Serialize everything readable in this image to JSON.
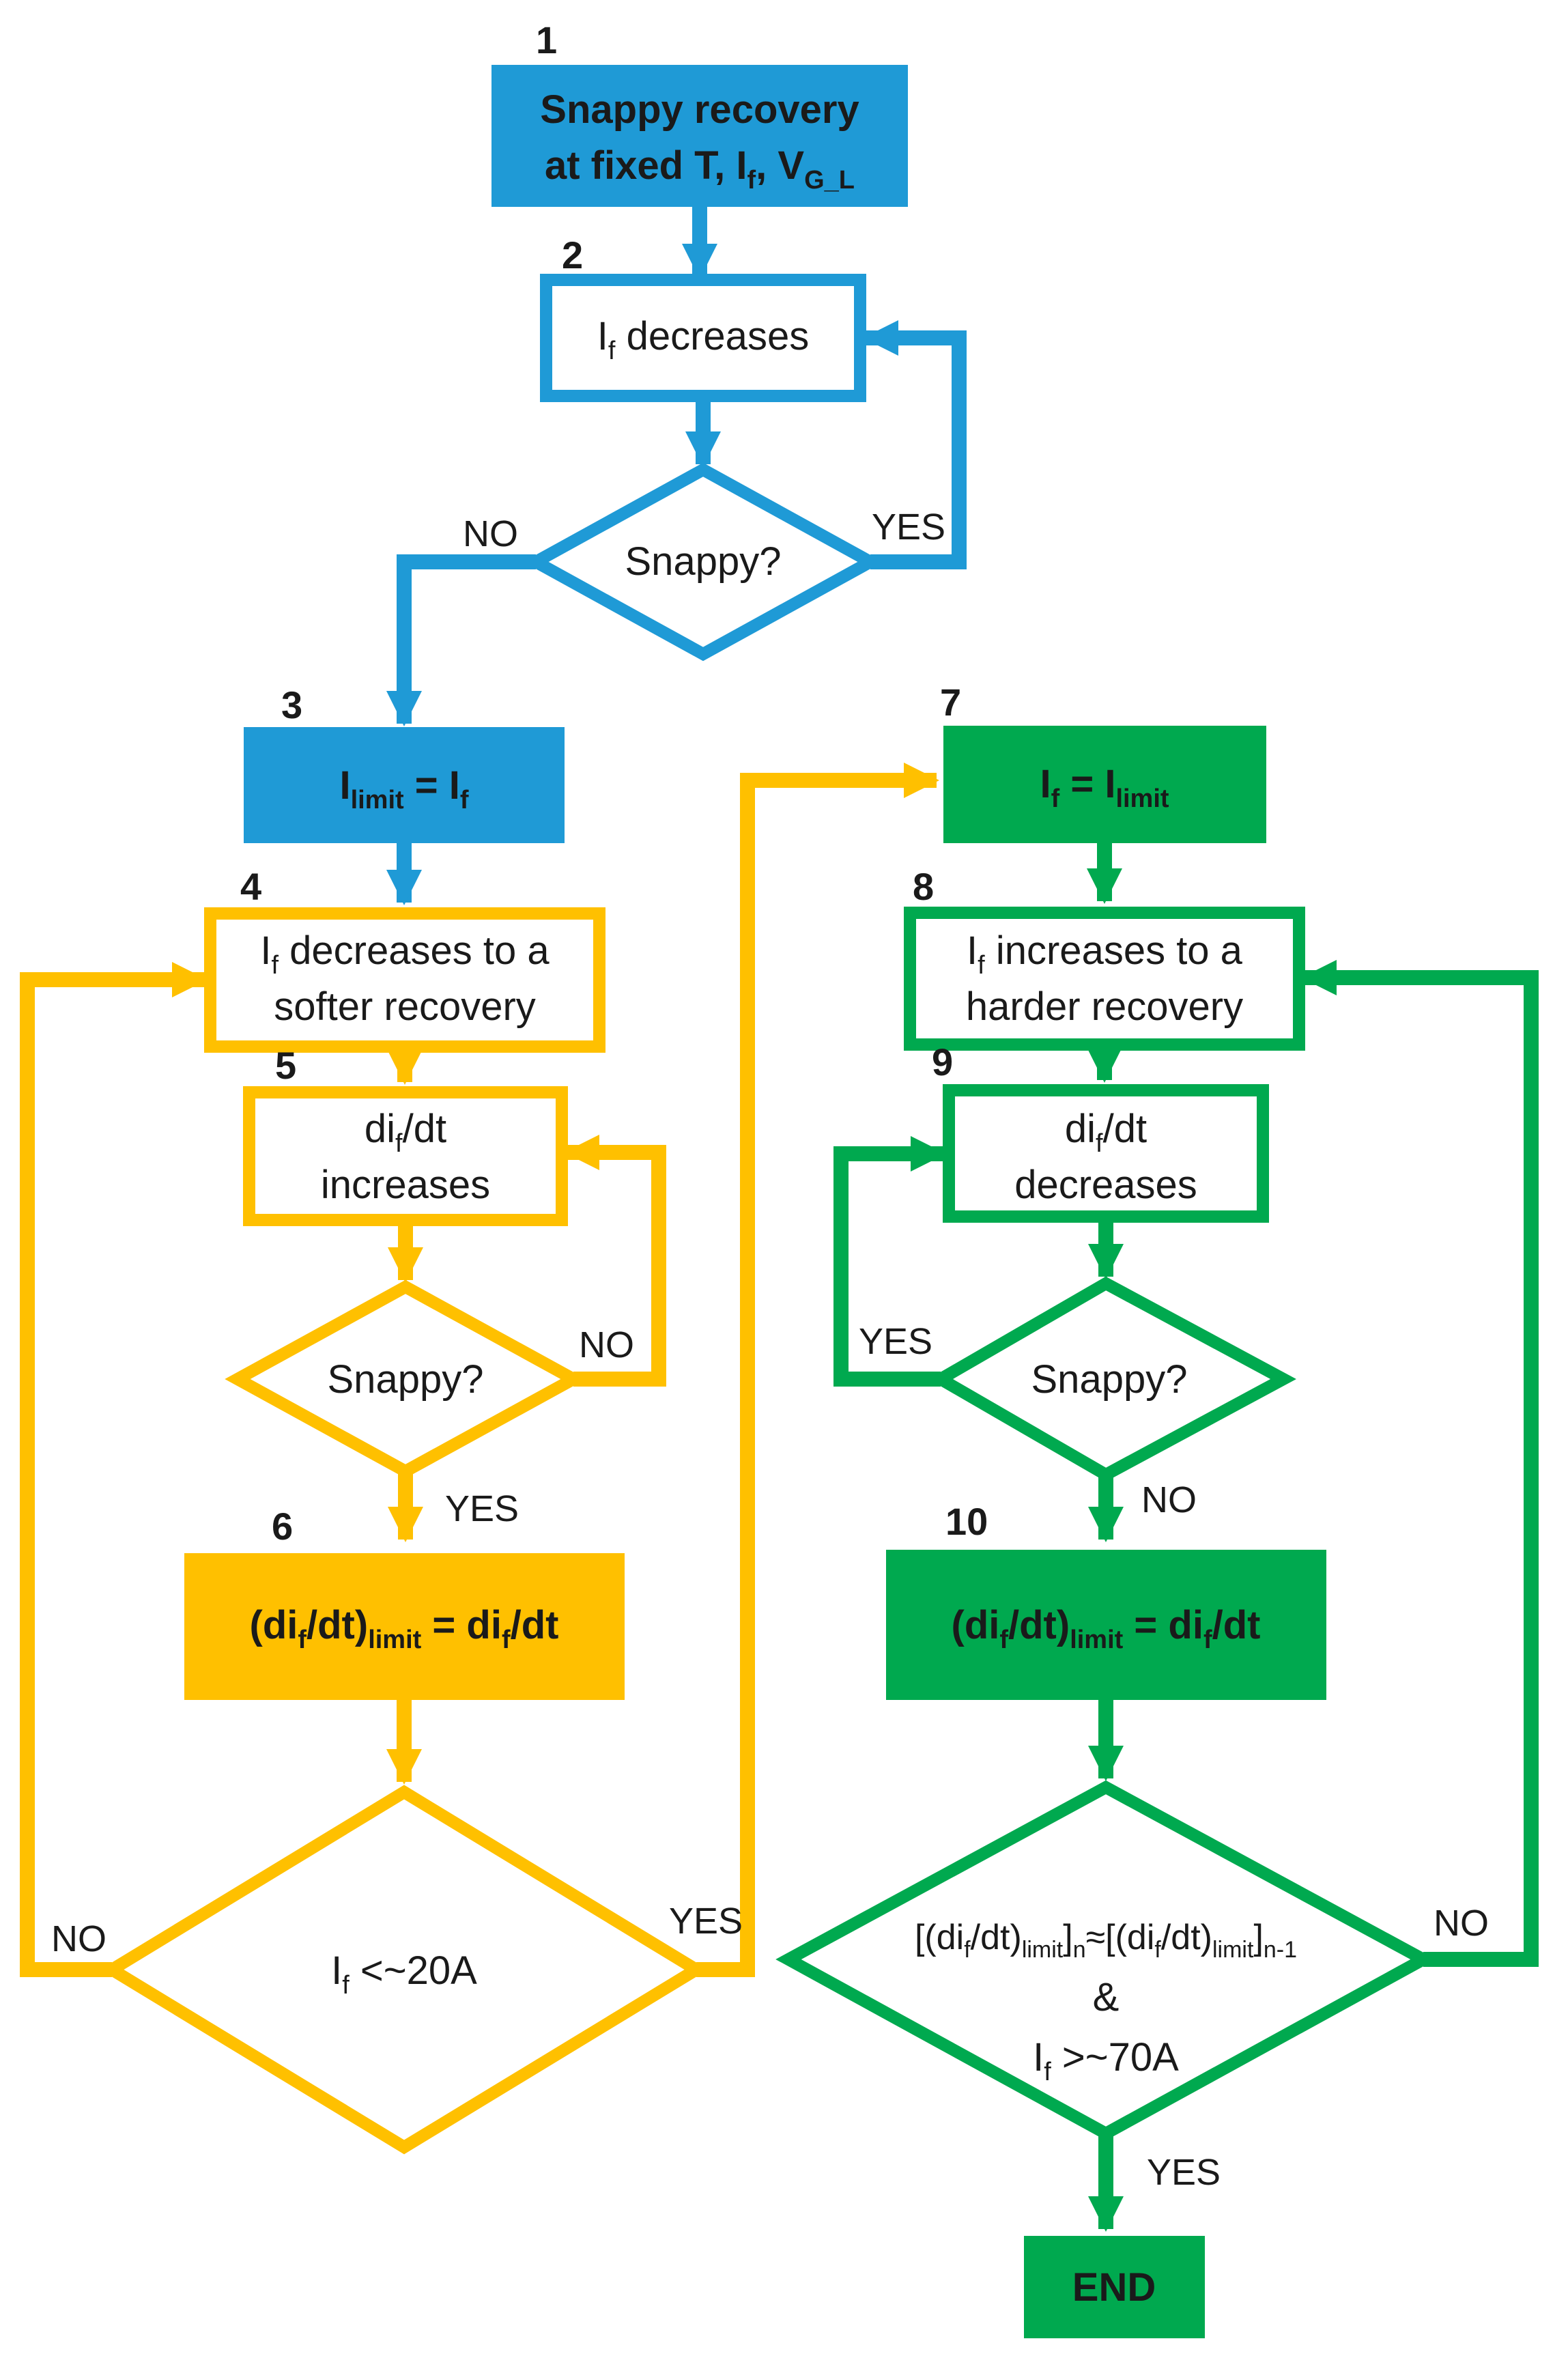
{
  "colors": {
    "blue": "#1f9ad6",
    "yellow": "#ffc000",
    "green": "#00a94f",
    "text": "#1a1a1a"
  },
  "steps": {
    "n1": "1",
    "n2": "2",
    "n3": "3",
    "n4": "4",
    "n5": "5",
    "n6": "6",
    "n7": "7",
    "n8": "8",
    "n9": "9",
    "n10": "10"
  },
  "nodes": {
    "start": {
      "line1": "Snappy recovery",
      "line2_prefix": "at fixed T, I",
      "sub_f": "f",
      "sep": ", V",
      "sub_gl": "G_L"
    },
    "if_decreases": {
      "prefix": "I",
      "sub": "f",
      "text": " decreases"
    },
    "snappy_blue": "Snappy?",
    "ilimit_eq_if": {
      "a": "I",
      "a_sub": "limit",
      "eq": " = I",
      "b_sub": "f"
    },
    "if_dec_softer": {
      "l1_prefix": "I",
      "l1_sub": "f",
      "l1_text": " decreases to a",
      "l2": "softer recovery"
    },
    "dif_increases": {
      "l1_prefix": "di",
      "l1_sub": "f",
      "l1_text": "/dt",
      "l2": "increases"
    },
    "snappy_yellow": "Snappy?",
    "difdt_limit_yellow": {
      "p1": "(di",
      "s1": "f",
      "p2": "/dt)",
      "s2": "limit",
      "p3": " = di",
      "s3": "f",
      "p4": "/dt"
    },
    "if_lt_20": {
      "prefix": "I",
      "sub": "f",
      "text": " <~20A"
    },
    "if_eq_ilimit": {
      "a": "I",
      "a_sub": "f",
      "eq": " = I",
      "b_sub": "limit"
    },
    "if_inc_harder": {
      "l1_prefix": "I",
      "l1_sub": "f",
      "l1_text": " increases to a",
      "l2": "harder recovery"
    },
    "dif_decreases": {
      "l1_prefix": "di",
      "l1_sub": "f",
      "l1_text": "/dt",
      "l2": "decreases"
    },
    "snappy_green": "Snappy?",
    "difdt_limit_green": {
      "p1": "(di",
      "s1": "f",
      "p2": "/dt)",
      "s2": "limit",
      "p3": " = di",
      "s3": "f",
      "p4": "/dt"
    },
    "convergence": {
      "l1_a": "[(di",
      "l1_s1": "f",
      "l1_b": "/dt)",
      "l1_s2": "limit",
      "l1_c": "]",
      "l1_s3": "n",
      "l1_d": "≈[(di",
      "l1_s4": "f",
      "l1_e": "/dt)",
      "l1_s5": "limit",
      "l1_f": "]",
      "l1_s6": "n-1",
      "l2": "&",
      "l3_prefix": "I",
      "l3_sub": "f",
      "l3_text": " >~70A"
    },
    "end": "END"
  },
  "labels": {
    "blue_no": "NO",
    "blue_yes": "YES",
    "y1_no": "NO",
    "y1_yes": "YES",
    "y2_no": "NO",
    "y2_yes": "YES",
    "g1_yes": "YES",
    "g1_no": "NO",
    "g2_no": "NO",
    "g2_yes": "YES"
  }
}
